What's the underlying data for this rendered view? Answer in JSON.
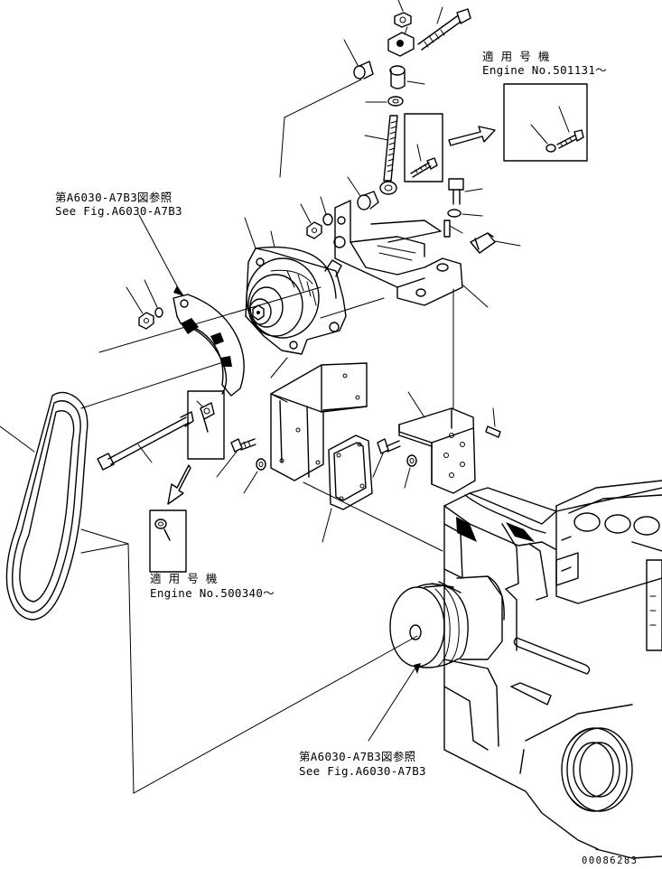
{
  "notes": {
    "applicable_upper_jp": "適 用 号 機",
    "applicable_upper_en": "Engine No.501131～",
    "applicable_lower_jp": "適 用 号 機",
    "applicable_lower_en": "Engine No.500340～",
    "ref_upper_jp": "第A6030-A7B3図参照",
    "ref_upper_en": "See Fig.A6030-A7B3",
    "ref_lower_jp": "第A6030-A7B3図参照",
    "ref_lower_en": "See Fig.A6030-A7B3"
  },
  "drawing_number": "00086283"
}
